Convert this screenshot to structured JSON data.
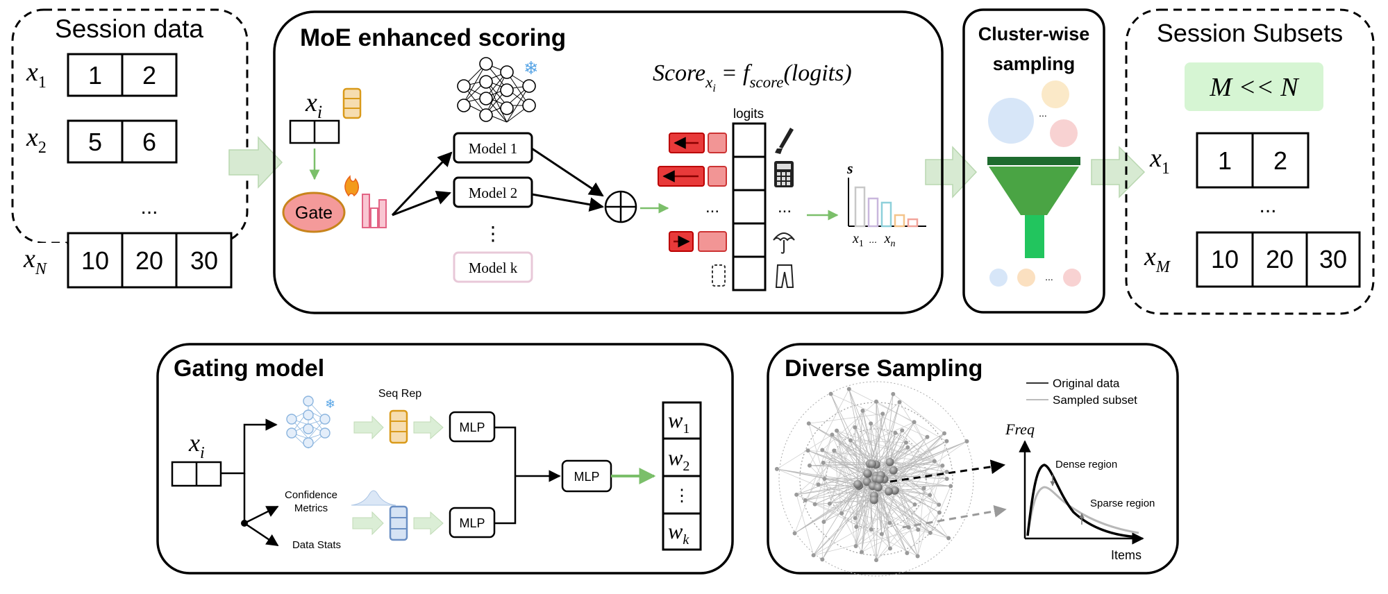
{
  "session_data": {
    "title": "Session data",
    "rows": [
      {
        "var": "x",
        "sub": "1",
        "cells": [
          "1",
          "2"
        ]
      },
      {
        "var": "x",
        "sub": "2",
        "cells": [
          "5",
          "6"
        ]
      },
      {
        "var": "x",
        "sub": "N",
        "cells": [
          "10",
          "20",
          "30"
        ]
      }
    ],
    "ellipsis": "..."
  },
  "moe": {
    "title": "MoE enhanced scoring",
    "input_var": "x",
    "input_sub": "i",
    "gate_label": "Gate",
    "models": [
      "Model 1",
      "Model 2",
      "Model k"
    ],
    "vdots": "⋮",
    "score_formula": {
      "lhs": "Score",
      "lhs_sub": "x",
      "lhs_subsub": "i",
      "eq": "=",
      "f": "f",
      "f_sub": "score",
      "arg": "(logits)"
    },
    "logits_label": "logits",
    "dots": "...",
    "histogram": {
      "y_label": "s",
      "x_first": "x",
      "x_first_sub": "1",
      "x_mid": "...",
      "x_last": "x",
      "x_last_sub": "n",
      "colors": [
        "#c8c8c8",
        "#c9b7dd",
        "#8ed0da",
        "#f4c48a",
        "#f2a49a"
      ]
    }
  },
  "cluster": {
    "title_line1": "Cluster-wise",
    "title_line2": "sampling",
    "dots": "...",
    "funnel_top_color": "#1e6b2e",
    "funnel_color": "#4aa444",
    "funnel_stem_color": "#22c55e"
  },
  "subsets": {
    "title": "Session Subsets",
    "formula": "M << N",
    "rows": [
      {
        "var": "x",
        "sub": "1",
        "cells": [
          "1",
          "2"
        ]
      },
      {
        "var": "x",
        "sub": "M",
        "cells": [
          "10",
          "20",
          "30"
        ]
      }
    ],
    "ellipsis": "..."
  },
  "gating": {
    "title": "Gating model",
    "input_var": "x",
    "input_sub": "i",
    "seq_rep": "Seq Rep",
    "confidence_line1": "Confidence",
    "confidence_line2": "Metrics",
    "data_stats": "Data Stats",
    "mlp": "MLP",
    "weights": [
      {
        "var": "w",
        "sub": "1"
      },
      {
        "var": "w",
        "sub": "2"
      },
      {
        "var": "w",
        "sub": "k"
      }
    ],
    "vdots": "⋮"
  },
  "diverse": {
    "title": "Diverse Sampling",
    "legend": [
      "Original data",
      "Sampled subset"
    ],
    "y_axis": "Freq",
    "x_axis": "Items",
    "dense": "Dense region",
    "sparse": "Sparse region"
  }
}
